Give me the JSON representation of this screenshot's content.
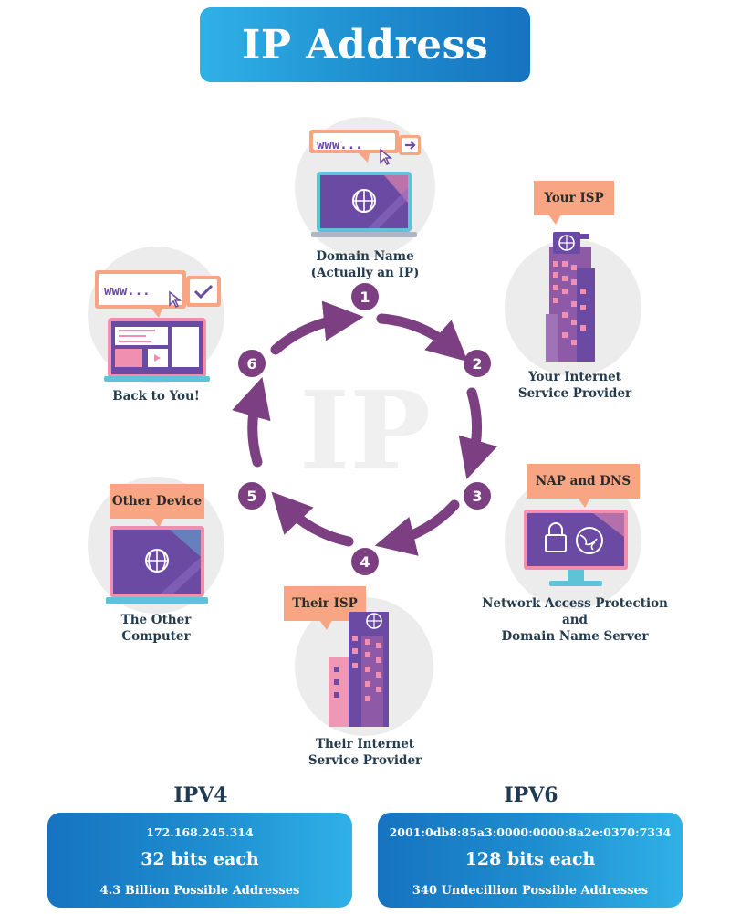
{
  "title": "IP Address",
  "watermark": "IP",
  "colors": {
    "blue_dark": "#1673c0",
    "blue_light": "#2fb1e6",
    "purple": "#7b3f82",
    "device_purple": "#6b4aa3",
    "salmon": "#f8a583",
    "pink": "#f08fb0",
    "teal": "#5fc3d8"
  },
  "steps": [
    {
      "number": "1",
      "label_line1": "Domain Name",
      "label_line2": "(Actually an IP)",
      "icon": "laptop-globe-icon",
      "url_text": "www..."
    },
    {
      "number": "2",
      "bubble": "Your ISP",
      "label_line1": "Your Internet",
      "label_line2": "Service Provider",
      "icon": "building-icon"
    },
    {
      "number": "3",
      "bubble": "NAP and DNS",
      "label_line1": "Network Access Protection",
      "label_line2": "and",
      "label_line3": "Domain Name Server",
      "icon": "monitor-lock-globe-icon"
    },
    {
      "number": "4",
      "bubble": "Their ISP",
      "label_line1": "Their Internet",
      "label_line2": "Service Provider",
      "icon": "building-icon"
    },
    {
      "number": "5",
      "bubble": "Other Device",
      "label_line1": "The Other",
      "label_line2": "Computer",
      "icon": "laptop-globe-icon"
    },
    {
      "number": "6",
      "label_line1": "Back to You!",
      "icon": "laptop-webpage-icon",
      "url_text": "www..."
    }
  ],
  "ipv4": {
    "title": "IPV4",
    "address": "172.168.245.314",
    "bits": "32 bits each",
    "possible": "4.3 Billion Possible Addresses"
  },
  "ipv6": {
    "title": "IPV6",
    "address": "2001:0db8:85a3:0000:0000:8a2e:0370:7334",
    "bits": "128 bits each",
    "possible": "340 Undecillion Possible Addresses"
  }
}
